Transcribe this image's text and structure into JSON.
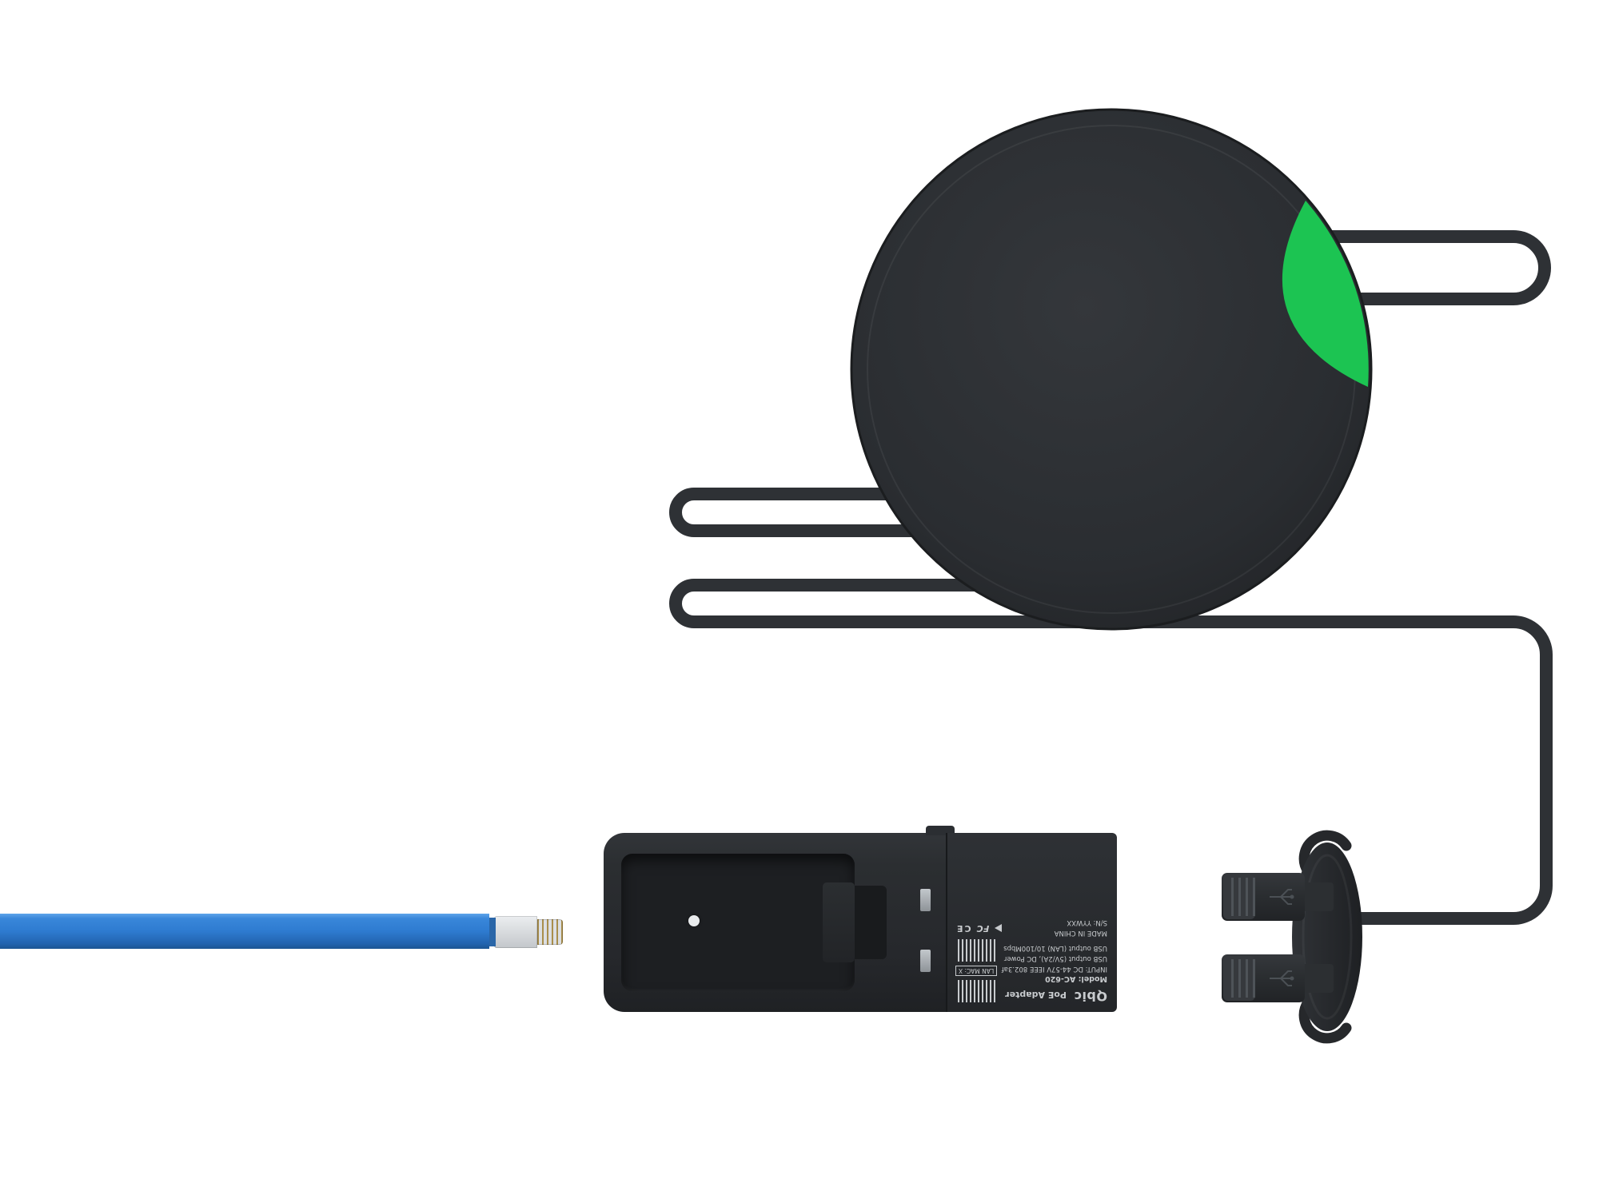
{
  "colors": {
    "background": "#ffffff",
    "device_body": "#2b2e32",
    "green_accent": "#1cc452",
    "cable": "#2e3135",
    "ethernet_blue": "#2e7bd0",
    "adapter_body": "#26282c",
    "label_text": "#c8cbce"
  },
  "device": {
    "type": "round-device-with-green-accent"
  },
  "adapter": {
    "label": {
      "brand": "Qbic",
      "product": "PoE Adapter",
      "model": "Model: AC-620",
      "input": "INPUT: DC 44-57V IEEE 802.3af",
      "usb_power": "USB output (5V/2A), DC Power",
      "usb_lan": "USB output (LAN) 10/100Mbps",
      "made_in": "MADE IN CHINA",
      "serial": "S/N: YYWXX",
      "lan_mac": "LAN MAC: X",
      "fcc_mark": "FC",
      "ce_mark": "CE"
    }
  }
}
